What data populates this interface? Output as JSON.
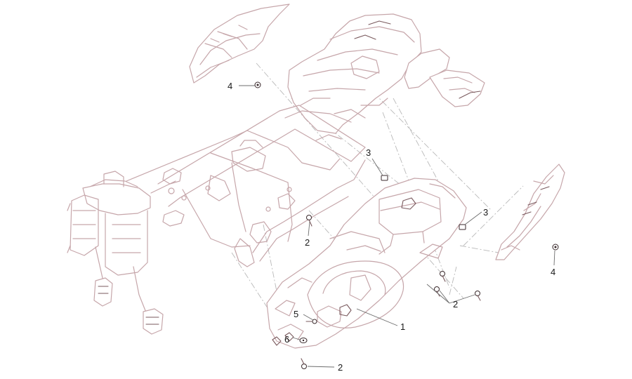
{
  "diagram": {
    "callouts": {
      "c1": "1",
      "c2a": "2",
      "c2b": "2",
      "c2c": "2",
      "c3a": "3",
      "c3b": "3",
      "c4a": "4",
      "c4b": "4",
      "c5": "5",
      "c6": "6"
    },
    "colors": {
      "part_line": "#c6a6aa",
      "detail_line": "#7a5a5e",
      "dash_line": "#b9b9b9",
      "leader_line": "#6d6d6d",
      "label_text": "#1a1a1a"
    }
  }
}
